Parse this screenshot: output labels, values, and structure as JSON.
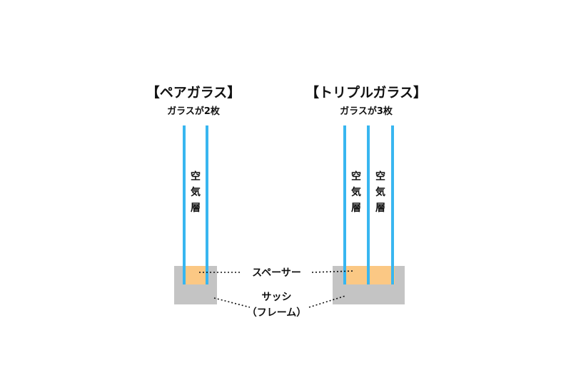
{
  "pair": {
    "title": "【ペアガラス】",
    "subtitle": "ガラスが2枚",
    "air_label": "空気層"
  },
  "triple": {
    "title": "【トリプルガラス】",
    "subtitle": "ガラスが3枚",
    "air_label_left": "空気層",
    "air_label_right": "空気層"
  },
  "callouts": {
    "spacer": "スペーサー",
    "sash_line1": "サッシ",
    "sash_line2": "（フレーム）"
  },
  "colors": {
    "glass": "#38b6f0",
    "spacer": "#fbc884",
    "frame": "#c4c4c4"
  }
}
